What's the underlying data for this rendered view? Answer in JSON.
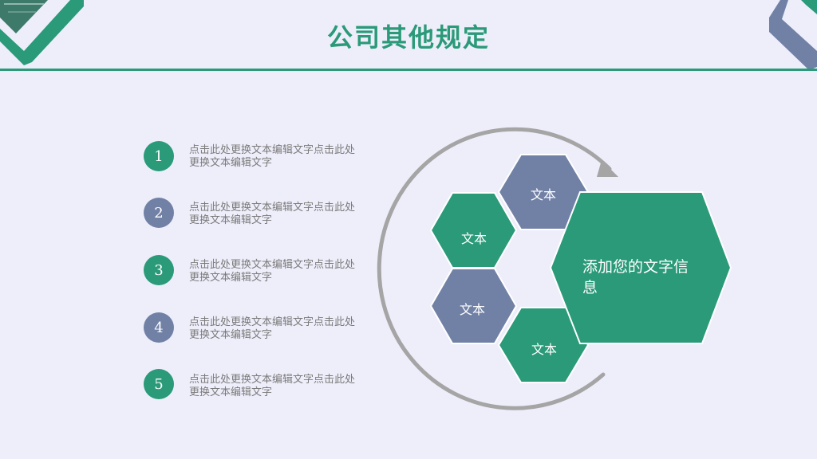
{
  "title": "公司其他规定",
  "colors": {
    "green": "#2a9a78",
    "slate": "#7181a6",
    "background": "#eeeefb",
    "arrow": "#a5a5a5"
  },
  "items": [
    {
      "number": "1",
      "text": "点击此处更换文本编辑文字点击此处更换文本编辑文字",
      "color": "green"
    },
    {
      "number": "2",
      "text": "点击此处更换文本编辑文字点击此处更换文本编辑文字",
      "color": "slate"
    },
    {
      "number": "3",
      "text": "点击此处更换文本编辑文字点击此处更换文本编辑文字",
      "color": "green"
    },
    {
      "number": "4",
      "text": "点击此处更换文本编辑文字点击此处更换文本编辑文字",
      "color": "slate"
    },
    {
      "number": "5",
      "text": "点击此处更换文本编辑文字点击此处更换文本编辑文字",
      "color": "green"
    }
  ],
  "hexagons": [
    {
      "label": "文本",
      "color": "slate"
    },
    {
      "label": "文本",
      "color": "green"
    },
    {
      "label": "文本",
      "color": "slate"
    },
    {
      "label": "文本",
      "color": "green"
    }
  ],
  "center_hexagon": {
    "label": "添加您的文字信息",
    "color": "green"
  }
}
